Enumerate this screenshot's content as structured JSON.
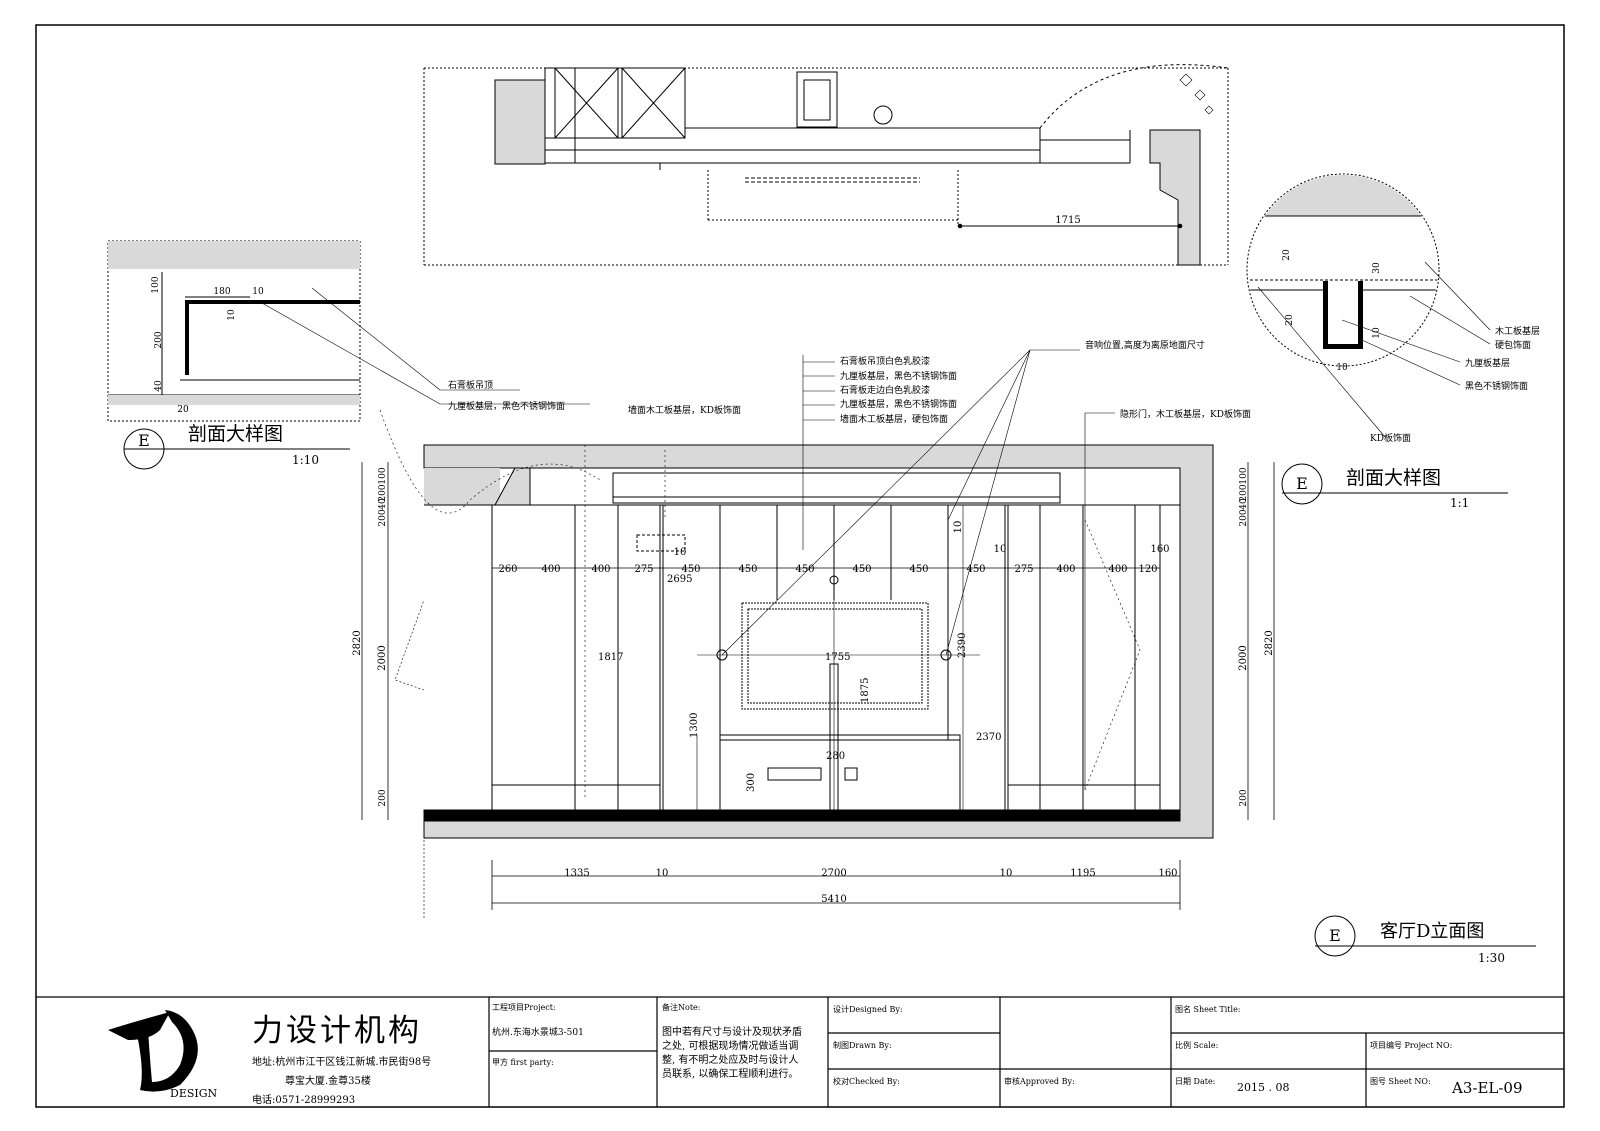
{
  "section_left": {
    "title": "剖面大样图",
    "mark": "E",
    "scale": "1:10",
    "dims": [
      "100",
      "180",
      "10",
      "10",
      "200",
      "40",
      "20"
    ]
  },
  "section_right": {
    "title": "剖面大样图",
    "mark": "E",
    "scale": "1:1",
    "dims": [
      "20",
      "30",
      "20",
      "10",
      "10"
    ],
    "labels": [
      "木工板基层",
      "硬包饰面",
      "九厘板基层",
      "黑色不锈钢饰面",
      "KD板饰面"
    ]
  },
  "elevation": {
    "title": "客厅D立面图",
    "mark": "E",
    "scale": "1:30",
    "top_plan_dim": "1715",
    "callouts_left": [
      "石膏板吊顶",
      "九厘板基层，黑色不锈钢饰面",
      "墙面木工板基层，KD板饰面"
    ],
    "callouts_center": [
      "石膏板吊顶白色乳胶漆",
      "九厘板基层，黑色不锈钢饰面",
      "石膏板走边白色乳胶漆",
      "九厘板基层，黑色不锈钢饰面",
      "墙面木工板基层，硬包饰面"
    ],
    "callout_speaker": "音响位置,高度为离原地面尺寸",
    "callout_door": "隐形门，木工板基层，KD板饰面",
    "row_dims": [
      "260",
      "400",
      "400",
      "275",
      "450",
      "450",
      "450",
      "450",
      "450",
      "450",
      "10",
      "275",
      "400",
      "400",
      "120",
      "160",
      "10",
      "10"
    ],
    "inner_dims": [
      "2695",
      "1817",
      "1755",
      "2390",
      "1875",
      "1300",
      "2370",
      "280",
      "300"
    ],
    "left_vdims": [
      "100",
      "200",
      "40",
      "200",
      "2820",
      "2000",
      "200"
    ],
    "right_vdims": [
      "100",
      "200",
      "40",
      "200",
      "2000",
      "2820",
      "200"
    ],
    "bottom_dims": [
      "1335",
      "10",
      "2700",
      "10",
      "1195",
      "160"
    ],
    "total_dim": "5410"
  },
  "title_block": {
    "company": "力设计机构",
    "logo_text": "DESIGN",
    "address_label": "地址:",
    "address_line1": "杭州市江干区钱江新城.市民街98号",
    "address_line2": "尊宝大厦.金尊35楼",
    "phone_label": "电话:",
    "phone": "0571-28999293",
    "project_label": "工程项目Project:",
    "project_value": "杭州.东海水景城3-501",
    "client_label": "甲方 first party:",
    "note_label": "备注Note:",
    "note_text": [
      "图中若有尺寸与设计及现状矛盾",
      "之处, 可根据现场情况做适当调",
      "整, 有不明之处应及时与设计人",
      "员联系, 以确保工程顺利进行。"
    ],
    "designed_label": "设计Designed By:",
    "drawn_label": "制图Drawn By:",
    "checked_label": "校对Checked By:",
    "approved_label": "审核Approved By:",
    "sheet_title_label": "图名 Sheet Title:",
    "scale_label": "比例 Scale:",
    "project_no_label": "项目编号 Project NO:",
    "date_label": "日期 Date:",
    "date_value": "2015 . 08",
    "sheet_no_label": "图号 Sheet NO:",
    "sheet_no_value": "A3-EL-09"
  }
}
